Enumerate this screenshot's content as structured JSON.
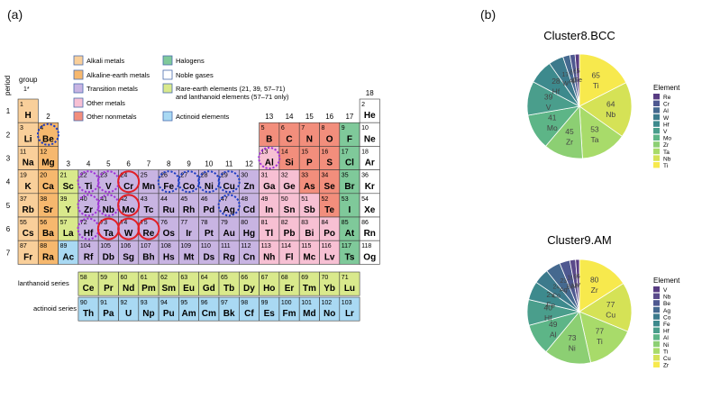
{
  "panels": {
    "a": "(a)",
    "b": "(b)"
  },
  "periodic_table": {
    "group_label": "group",
    "group_1_label": "1*",
    "period_label": "period",
    "lanthanoid_label": "lanthanoid series",
    "actinoid_label": "actinoid series",
    "lanthanoid_period": "6",
    "actinoid_period": "7",
    "legend": [
      {
        "label": "Alkali metals",
        "color": "#f9cf9a"
      },
      {
        "label": "Alkaline-earth metals",
        "color": "#f6b86e"
      },
      {
        "label": "Transition metals",
        "color": "#c8b4e2"
      },
      {
        "label": "Other metals",
        "color": "#f7c0d3"
      },
      {
        "label": "Other nonmetals",
        "color": "#f28e7c"
      },
      {
        "label": "Halogens",
        "color": "#7fc99a"
      },
      {
        "label": "Noble gases",
        "color": "#ffffff"
      },
      {
        "label": "Rare-earth elements (21, 39, 57–71)",
        "label2": "and lanthanoid elements (57–71 only)",
        "color": "#d9e98c"
      },
      {
        "label": "Actinoid elements",
        "color": "#a9d9f3"
      }
    ],
    "colors": {
      "K": "#f9cf9a",
      "A": "#f6b86e",
      "T": "#c8b4e2",
      "O": "#f7c0d3",
      "N": "#f28e7c",
      "G": "#7fc99a",
      "X": "#ffffff",
      "R": "#d9e98c",
      "C": "#a9d9f3"
    },
    "periods": [
      "1",
      "2",
      "3",
      "4",
      "5",
      "6",
      "7"
    ],
    "groups": [
      "1",
      "2",
      "3",
      "4",
      "5",
      "6",
      "7",
      "8",
      "9",
      "10",
      "11",
      "12",
      "13",
      "14",
      "15",
      "16",
      "17",
      "18"
    ],
    "elements": [
      {
        "n": "1",
        "s": "H",
        "r": 1,
        "c": 1,
        "t": "K"
      },
      {
        "n": "2",
        "s": "He",
        "r": 1,
        "c": 18,
        "t": "X"
      },
      {
        "n": "3",
        "s": "Li",
        "r": 2,
        "c": 1,
        "t": "K"
      },
      {
        "n": "4",
        "s": "Be",
        "r": 2,
        "c": 2,
        "t": "A",
        "m": "blue"
      },
      {
        "n": "5",
        "s": "B",
        "r": 2,
        "c": 13,
        "t": "N"
      },
      {
        "n": "6",
        "s": "C",
        "r": 2,
        "c": 14,
        "t": "N"
      },
      {
        "n": "7",
        "s": "N",
        "r": 2,
        "c": 15,
        "t": "N"
      },
      {
        "n": "8",
        "s": "O",
        "r": 2,
        "c": 16,
        "t": "N"
      },
      {
        "n": "9",
        "s": "F",
        "r": 2,
        "c": 17,
        "t": "G"
      },
      {
        "n": "10",
        "s": "Ne",
        "r": 2,
        "c": 18,
        "t": "X"
      },
      {
        "n": "11",
        "s": "Na",
        "r": 3,
        "c": 1,
        "t": "K"
      },
      {
        "n": "12",
        "s": "Mg",
        "r": 3,
        "c": 2,
        "t": "A"
      },
      {
        "n": "13",
        "s": "Al",
        "r": 3,
        "c": 13,
        "t": "O",
        "m": "purple"
      },
      {
        "n": "14",
        "s": "Si",
        "r": 3,
        "c": 14,
        "t": "N"
      },
      {
        "n": "15",
        "s": "P",
        "r": 3,
        "c": 15,
        "t": "N"
      },
      {
        "n": "16",
        "s": "S",
        "r": 3,
        "c": 16,
        "t": "N"
      },
      {
        "n": "17",
        "s": "Cl",
        "r": 3,
        "c": 17,
        "t": "G"
      },
      {
        "n": "18",
        "s": "Ar",
        "r": 3,
        "c": 18,
        "t": "X"
      },
      {
        "n": "19",
        "s": "K",
        "r": 4,
        "c": 1,
        "t": "K"
      },
      {
        "n": "20",
        "s": "Ca",
        "r": 4,
        "c": 2,
        "t": "A"
      },
      {
        "n": "21",
        "s": "Sc",
        "r": 4,
        "c": 3,
        "t": "R"
      },
      {
        "n": "22",
        "s": "Ti",
        "r": 4,
        "c": 4,
        "t": "T",
        "m": "purple"
      },
      {
        "n": "23",
        "s": "V",
        "r": 4,
        "c": 5,
        "t": "T",
        "m": "purple"
      },
      {
        "n": "24",
        "s": "Cr",
        "r": 4,
        "c": 6,
        "t": "T",
        "m": "red"
      },
      {
        "n": "25",
        "s": "Mn",
        "r": 4,
        "c": 7,
        "t": "T"
      },
      {
        "n": "26",
        "s": "Fe",
        "r": 4,
        "c": 8,
        "t": "T",
        "m": "blue"
      },
      {
        "n": "27",
        "s": "Co",
        "r": 4,
        "c": 9,
        "t": "T",
        "m": "blue"
      },
      {
        "n": "28",
        "s": "Ni",
        "r": 4,
        "c": 10,
        "t": "T",
        "m": "blue"
      },
      {
        "n": "29",
        "s": "Cu",
        "r": 4,
        "c": 11,
        "t": "T",
        "m": "blue"
      },
      {
        "n": "30",
        "s": "Zn",
        "r": 4,
        "c": 12,
        "t": "T"
      },
      {
        "n": "31",
        "s": "Ga",
        "r": 4,
        "c": 13,
        "t": "O"
      },
      {
        "n": "32",
        "s": "Ge",
        "r": 4,
        "c": 14,
        "t": "O"
      },
      {
        "n": "33",
        "s": "As",
        "r": 4,
        "c": 15,
        "t": "N"
      },
      {
        "n": "34",
        "s": "Se",
        "r": 4,
        "c": 16,
        "t": "N"
      },
      {
        "n": "35",
        "s": "Br",
        "r": 4,
        "c": 17,
        "t": "G"
      },
      {
        "n": "36",
        "s": "Kr",
        "r": 4,
        "c": 18,
        "t": "X"
      },
      {
        "n": "37",
        "s": "Rb",
        "r": 5,
        "c": 1,
        "t": "K"
      },
      {
        "n": "38",
        "s": "Sr",
        "r": 5,
        "c": 2,
        "t": "A"
      },
      {
        "n": "39",
        "s": "Y",
        "r": 5,
        "c": 3,
        "t": "R"
      },
      {
        "n": "40",
        "s": "Zr",
        "r": 5,
        "c": 4,
        "t": "T",
        "m": "purple"
      },
      {
        "n": "41",
        "s": "Nb",
        "r": 5,
        "c": 5,
        "t": "T",
        "m": "purple"
      },
      {
        "n": "42",
        "s": "Mo",
        "r": 5,
        "c": 6,
        "t": "T",
        "m": "red"
      },
      {
        "n": "43",
        "s": "Tc",
        "r": 5,
        "c": 7,
        "t": "T"
      },
      {
        "n": "44",
        "s": "Ru",
        "r": 5,
        "c": 8,
        "t": "T"
      },
      {
        "n": "45",
        "s": "Rh",
        "r": 5,
        "c": 9,
        "t": "T"
      },
      {
        "n": "46",
        "s": "Pd",
        "r": 5,
        "c": 10,
        "t": "T"
      },
      {
        "n": "47",
        "s": "Ag",
        "r": 5,
        "c": 11,
        "t": "T",
        "m": "blue"
      },
      {
        "n": "48",
        "s": "Cd",
        "r": 5,
        "c": 12,
        "t": "T"
      },
      {
        "n": "49",
        "s": "In",
        "r": 5,
        "c": 13,
        "t": "O"
      },
      {
        "n": "50",
        "s": "Sn",
        "r": 5,
        "c": 14,
        "t": "O"
      },
      {
        "n": "51",
        "s": "Sb",
        "r": 5,
        "c": 15,
        "t": "O"
      },
      {
        "n": "52",
        "s": "Te",
        "r": 5,
        "c": 16,
        "t": "N"
      },
      {
        "n": "53",
        "s": "I",
        "r": 5,
        "c": 17,
        "t": "G"
      },
      {
        "n": "54",
        "s": "Xe",
        "r": 5,
        "c": 18,
        "t": "X"
      },
      {
        "n": "55",
        "s": "Cs",
        "r": 6,
        "c": 1,
        "t": "K"
      },
      {
        "n": "56",
        "s": "Ba",
        "r": 6,
        "c": 2,
        "t": "A"
      },
      {
        "n": "57",
        "s": "La",
        "r": 6,
        "c": 3,
        "t": "R"
      },
      {
        "n": "72",
        "s": "Hf",
        "r": 6,
        "c": 4,
        "t": "T",
        "m": "purple"
      },
      {
        "n": "73",
        "s": "Ta",
        "r": 6,
        "c": 5,
        "t": "T",
        "m": "red"
      },
      {
        "n": "74",
        "s": "W",
        "r": 6,
        "c": 6,
        "t": "T",
        "m": "red"
      },
      {
        "n": "75",
        "s": "Re",
        "r": 6,
        "c": 7,
        "t": "T",
        "m": "red"
      },
      {
        "n": "76",
        "s": "Os",
        "r": 6,
        "c": 8,
        "t": "T"
      },
      {
        "n": "77",
        "s": "Ir",
        "r": 6,
        "c": 9,
        "t": "T"
      },
      {
        "n": "78",
        "s": "Pt",
        "r": 6,
        "c": 10,
        "t": "T"
      },
      {
        "n": "79",
        "s": "Au",
        "r": 6,
        "c": 11,
        "t": "T"
      },
      {
        "n": "80",
        "s": "Hg",
        "r": 6,
        "c": 12,
        "t": "T"
      },
      {
        "n": "81",
        "s": "Tl",
        "r": 6,
        "c": 13,
        "t": "O"
      },
      {
        "n": "82",
        "s": "Pb",
        "r": 6,
        "c": 14,
        "t": "O"
      },
      {
        "n": "83",
        "s": "Bi",
        "r": 6,
        "c": 15,
        "t": "O"
      },
      {
        "n": "84",
        "s": "Po",
        "r": 6,
        "c": 16,
        "t": "O"
      },
      {
        "n": "85",
        "s": "At",
        "r": 6,
        "c": 17,
        "t": "G"
      },
      {
        "n": "86",
        "s": "Rn",
        "r": 6,
        "c": 18,
        "t": "X"
      },
      {
        "n": "87",
        "s": "Fr",
        "r": 7,
        "c": 1,
        "t": "K"
      },
      {
        "n": "88",
        "s": "Ra",
        "r": 7,
        "c": 2,
        "t": "A"
      },
      {
        "n": "89",
        "s": "Ac",
        "r": 7,
        "c": 3,
        "t": "C"
      },
      {
        "n": "104",
        "s": "Rf",
        "r": 7,
        "c": 4,
        "t": "T"
      },
      {
        "n": "105",
        "s": "Db",
        "r": 7,
        "c": 5,
        "t": "T"
      },
      {
        "n": "106",
        "s": "Sg",
        "r": 7,
        "c": 6,
        "t": "T"
      },
      {
        "n": "107",
        "s": "Bh",
        "r": 7,
        "c": 7,
        "t": "T"
      },
      {
        "n": "108",
        "s": "Hs",
        "r": 7,
        "c": 8,
        "t": "T"
      },
      {
        "n": "109",
        "s": "Mt",
        "r": 7,
        "c": 9,
        "t": "T"
      },
      {
        "n": "110",
        "s": "Ds",
        "r": 7,
        "c": 10,
        "t": "T"
      },
      {
        "n": "111",
        "s": "Rg",
        "r": 7,
        "c": 11,
        "t": "T"
      },
      {
        "n": "112",
        "s": "Cn",
        "r": 7,
        "c": 12,
        "t": "T"
      },
      {
        "n": "113",
        "s": "Nh",
        "r": 7,
        "c": 13,
        "t": "O"
      },
      {
        "n": "114",
        "s": "Fl",
        "r": 7,
        "c": 14,
        "t": "O"
      },
      {
        "n": "115",
        "s": "Mc",
        "r": 7,
        "c": 15,
        "t": "O"
      },
      {
        "n": "116",
        "s": "Lv",
        "r": 7,
        "c": 16,
        "t": "O"
      },
      {
        "n": "117",
        "s": "Ts",
        "r": 7,
        "c": 17,
        "t": "G"
      },
      {
        "n": "118",
        "s": "Og",
        "r": 7,
        "c": 18,
        "t": "X"
      }
    ],
    "lanthanoids": [
      {
        "n": "58",
        "s": "Ce"
      },
      {
        "n": "59",
        "s": "Pr"
      },
      {
        "n": "60",
        "s": "Nd"
      },
      {
        "n": "61",
        "s": "Pm"
      },
      {
        "n": "62",
        "s": "Sm"
      },
      {
        "n": "63",
        "s": "Eu"
      },
      {
        "n": "64",
        "s": "Gd"
      },
      {
        "n": "65",
        "s": "Tb"
      },
      {
        "n": "66",
        "s": "Dy"
      },
      {
        "n": "67",
        "s": "Ho"
      },
      {
        "n": "68",
        "s": "Er"
      },
      {
        "n": "69",
        "s": "Tm"
      },
      {
        "n": "70",
        "s": "Yb"
      },
      {
        "n": "71",
        "s": "Lu"
      }
    ],
    "actinoids": [
      {
        "n": "90",
        "s": "Th"
      },
      {
        "n": "91",
        "s": "Pa"
      },
      {
        "n": "92",
        "s": "U"
      },
      {
        "n": "93",
        "s": "Np"
      },
      {
        "n": "94",
        "s": "Pu"
      },
      {
        "n": "95",
        "s": "Am"
      },
      {
        "n": "96",
        "s": "Cm"
      },
      {
        "n": "97",
        "s": "Bk"
      },
      {
        "n": "98",
        "s": "Cf"
      },
      {
        "n": "99",
        "s": "Es"
      },
      {
        "n": "100",
        "s": "Fm"
      },
      {
        "n": "101",
        "s": "Md"
      },
      {
        "n": "102",
        "s": "No"
      },
      {
        "n": "103",
        "s": "Lr"
      }
    ],
    "marker_colors": {
      "red": "#e21f26",
      "blue": "#1f3fc4",
      "purple": "#a034d6"
    }
  },
  "chart_data": [
    {
      "type": "pie",
      "title": "Cluster8.BCC",
      "legend_title": "Element",
      "legend": [
        "Re",
        "Cr",
        "Al",
        "W",
        "Hf",
        "V",
        "Mo",
        "Zr",
        "Ta",
        "Nb",
        "Ti"
      ],
      "slices": [
        {
          "label": "Ti",
          "value": 65,
          "color": "#f7e94d"
        },
        {
          "label": "Nb",
          "value": 64,
          "color": "#d5e256"
        },
        {
          "label": "Ta",
          "value": 53,
          "color": "#a8db6a"
        },
        {
          "label": "Zr",
          "value": 45,
          "color": "#8ccf73"
        },
        {
          "label": "Mo",
          "value": 41,
          "color": "#5db587"
        },
        {
          "label": "V",
          "value": 39,
          "color": "#4a9e8c"
        },
        {
          "label": "Hf",
          "value": 28,
          "color": "#3d8a8d"
        },
        {
          "label": "W",
          "value": 17,
          "color": "#3c7a8c"
        },
        {
          "label": "Al",
          "value": 8,
          "color": "#45698f"
        },
        {
          "label": "Cr",
          "value": 6,
          "color": "#4e5890"
        },
        {
          "label": "Re",
          "value": 5,
          "color": "#583c82"
        }
      ]
    },
    {
      "type": "pie",
      "title": "Cluster9.AM",
      "legend_title": "Element",
      "legend": [
        "V",
        "Nb",
        "Be",
        "Ag",
        "Co",
        "Fe",
        "Hf",
        "Al",
        "Ni",
        "Ti",
        "Cu",
        "Zr"
      ],
      "slices": [
        {
          "label": "Zr",
          "value": 80,
          "color": "#f7e94d"
        },
        {
          "label": "Cu",
          "value": 77,
          "color": "#d5e256"
        },
        {
          "label": "Ti",
          "value": 77,
          "color": "#a8db6a"
        },
        {
          "label": "Ni",
          "value": 73,
          "color": "#8ccf73"
        },
        {
          "label": "Al",
          "value": 49,
          "color": "#5db587"
        },
        {
          "label": "Hf",
          "value": 40,
          "color": "#4a9e8c"
        },
        {
          "label": "Fe",
          "value": 29,
          "color": "#3d8a8d"
        },
        {
          "label": "Co",
          "value": 24,
          "color": "#3c7a8c"
        },
        {
          "label": "Ag",
          "value": 23,
          "color": "#45698f"
        },
        {
          "label": "Be",
          "value": 16,
          "color": "#4e5890"
        },
        {
          "label": "Nb",
          "value": 9,
          "color": "#5a4a8a"
        },
        {
          "label": "V",
          "value": 6,
          "color": "#583c82"
        }
      ]
    }
  ]
}
